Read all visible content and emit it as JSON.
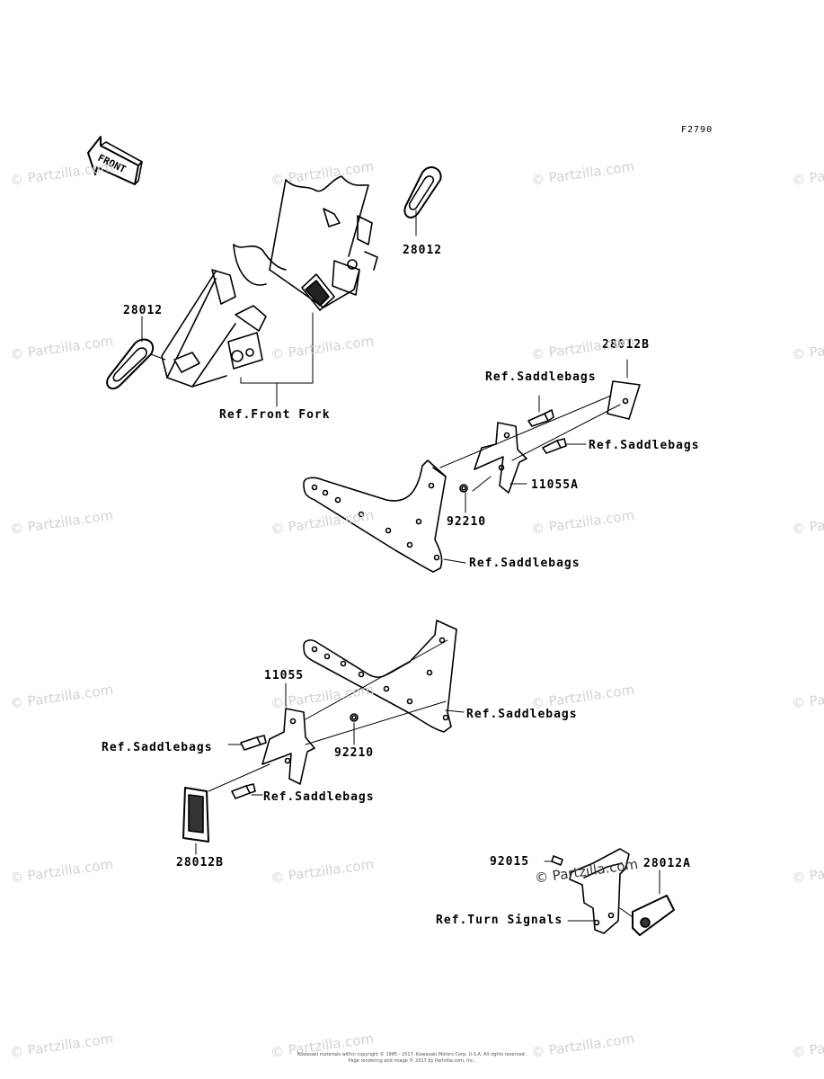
{
  "figure_code": "F2790",
  "front_arrow": "FRONT",
  "watermark": "© Partzilla.com",
  "parts": {
    "p28012_upper": "28012",
    "p28012_left": "28012",
    "ref_front_fork": "Ref.Front Fork",
    "p28012B_top": "28012B",
    "ref_saddlebags_1": "Ref.Saddlebags",
    "ref_saddlebags_2": "Ref.Saddlebags",
    "p11055A": "11055A",
    "p92210_top": "92210",
    "ref_saddlebags_3": "Ref.Saddlebags",
    "p11055": "11055",
    "ref_saddlebags_4": "Ref.Saddlebags",
    "ref_saddlebags_5": "Ref.Saddlebags",
    "p92210_bottom": "92210",
    "ref_saddlebags_6": "Ref.Saddlebags",
    "p28012B_bottom": "28012B",
    "p92015": "92015",
    "p28012A": "28012A",
    "ref_turn_signals": "Ref.Turn Signals"
  },
  "footer": {
    "line1": "Kawasaki materials within copyright © 1985 - 2017, Kawasaki Motors Corp. U.S.A. All rights reserved.",
    "line2": "Page rendering and image © 2017 by Partzilla.com, Inc."
  }
}
